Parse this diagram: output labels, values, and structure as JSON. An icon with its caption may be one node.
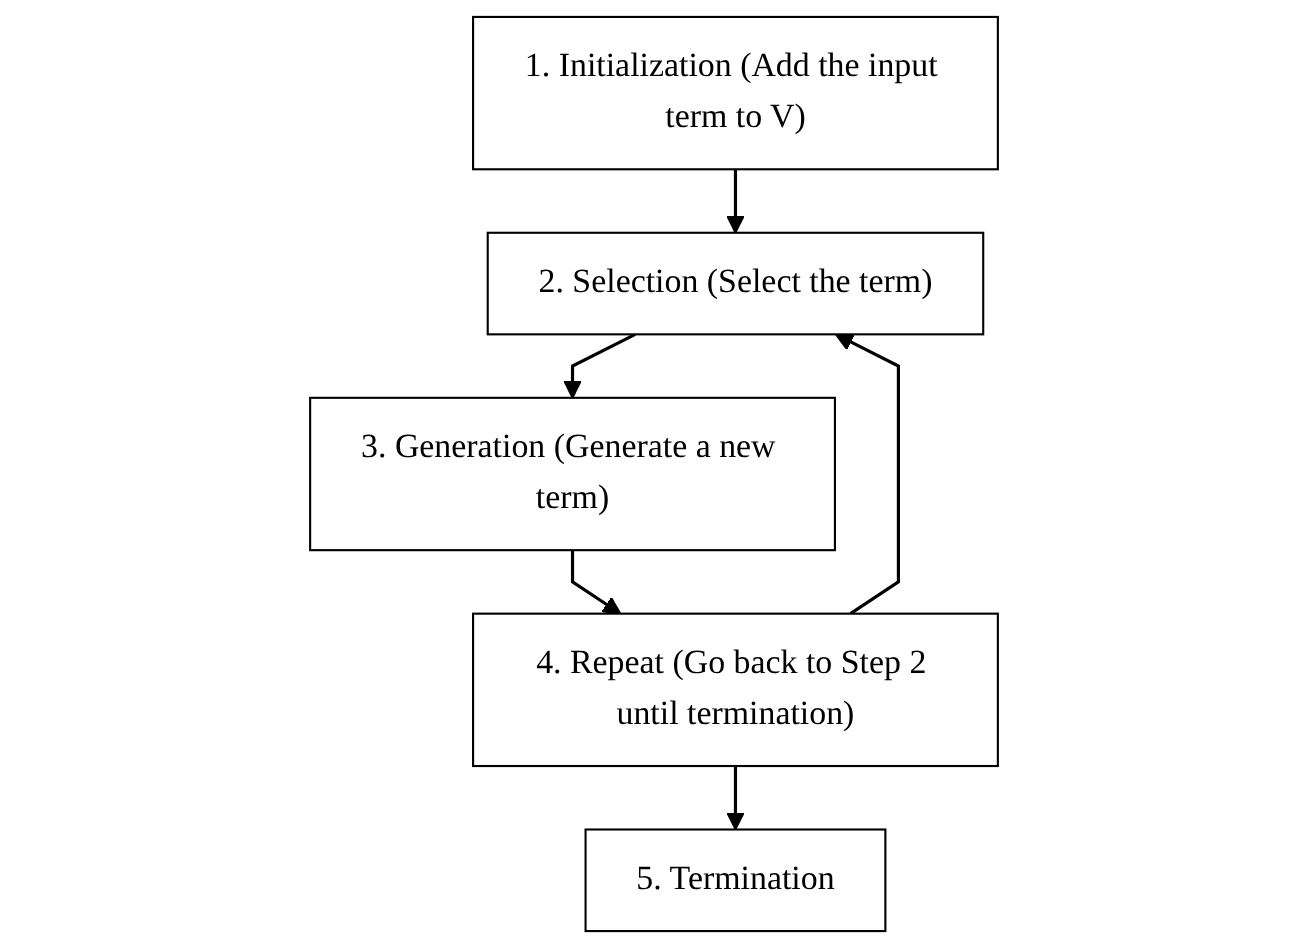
{
  "diagram": {
    "nodes": [
      {
        "text": [
          "1. Initialization (Add the input term to V)"
        ]
      },
      {
        "text": [
          "2. Selection (Select the term)"
        ]
      },
      {
        "text": [
          "3. Generation (Generate a new term)"
        ]
      },
      {
        "text": [
          "4. Repeat (Go back to Step 2 until termination)"
        ]
      },
      {
        "text": [
          "5.  Termination"
        ]
      }
    ],
    "edges": [
      {
        "from": 0,
        "to": 1,
        "arrow": "to"
      },
      {
        "from": 1,
        "to": 2,
        "arrow": "to"
      },
      {
        "from": 2,
        "to": 3,
        "arrow": "to"
      },
      {
        "from": 3,
        "to": 1,
        "arrow": "to"
      },
      {
        "from": 3,
        "to": 4,
        "arrow": "to"
      }
    ]
  }
}
